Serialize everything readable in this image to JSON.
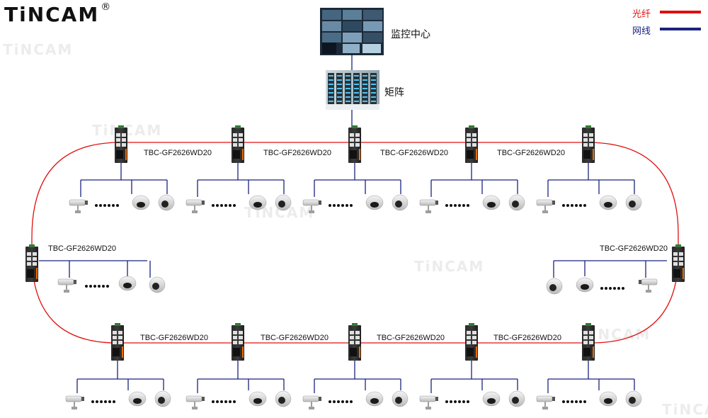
{
  "brand": {
    "logo_text": "TiNCAM",
    "registered_mark": "®",
    "watermark_text": "TiNCAM"
  },
  "legend": [
    {
      "label": "光纤",
      "color": "#e01010"
    },
    {
      "label": "网线",
      "color": "#1a237e"
    }
  ],
  "monitor_center": {
    "label": "监控中心"
  },
  "matrix": {
    "label": "矩阵"
  },
  "switch_model": "TBC-GF2626WD20",
  "colors": {
    "fiber": "#e01010",
    "copper": "#1a237e"
  },
  "switches": [
    {
      "label": "TBC-GF2626WD20"
    },
    {
      "label": "TBC-GF2626WD20"
    },
    {
      "label": "TBC-GF2626WD20"
    },
    {
      "label": "TBC-GF2626WD20"
    },
    {
      "label": "TBC-GF2626WD20"
    },
    {
      "label": "TBC-GF2626WD20"
    },
    {
      "label": "TBC-GF2626WD20"
    },
    {
      "label": "TBC-GF2626WD20"
    },
    {
      "label": "TBC-GF2626WD20"
    },
    {
      "label": "TBC-GF2626WD20"
    },
    {
      "label": "TBC-GF2626WD20"
    },
    {
      "label": "TBC-GF2626WD20"
    }
  ]
}
